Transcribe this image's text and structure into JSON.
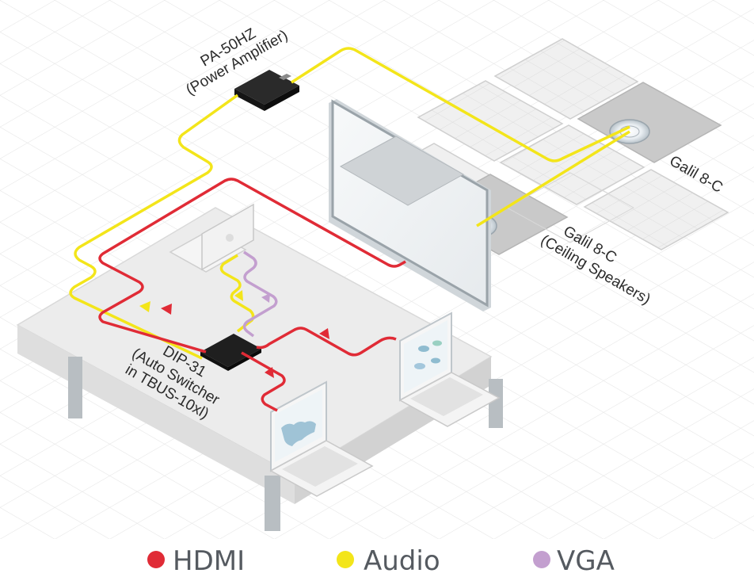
{
  "labels": {
    "amplifier_line1": "PA-50HZ",
    "amplifier_line2": "(Power Amplifier)",
    "speaker_right": "Galil 8-C",
    "speaker_left_line1": "Galil 8-C",
    "speaker_left_line2": "(Ceiling Speakers)",
    "switcher_line1": "DIP-31",
    "switcher_line2": "(Auto Switcher",
    "switcher_line3": "in TBUS-10xl)"
  },
  "legend": [
    {
      "label": "HDMI",
      "color": "#e02b36"
    },
    {
      "label": "Audio",
      "color": "#f3e51a"
    },
    {
      "label": "VGA",
      "color": "#c39fcf"
    }
  ],
  "colors": {
    "hdmi": "#e02b36",
    "audio": "#f3e51a",
    "vga": "#c39fcf",
    "grid": "#e6e6e6",
    "table": "#ebebeb",
    "device": "#1c1c1c"
  }
}
